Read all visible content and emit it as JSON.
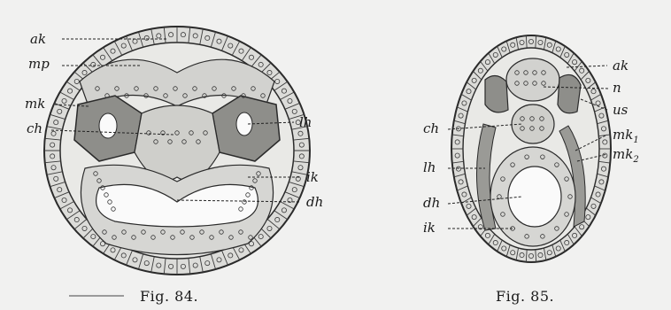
{
  "figures": [
    {
      "caption": "Fig. 84.",
      "labels": {
        "ak": "ak",
        "mp": "mp",
        "mk": "mk",
        "ch": "ch",
        "lh": "lh",
        "ik": "ik",
        "dh": "dh"
      }
    },
    {
      "caption": "Fig. 85.",
      "labels": {
        "ak": "ak",
        "n": "n",
        "us": "us",
        "mk1": "mk",
        "mk1_sub": "1",
        "mk2": "mk",
        "mk2_sub": "2",
        "ch": "ch",
        "lh": "lh",
        "dh": "dh",
        "ik": "ik"
      }
    }
  ],
  "colors": {
    "background": "#f1f1f0",
    "tissue": "#d9d9d6",
    "tissue_dark": "#8e8e8a",
    "cell_line": "#2a2a2a"
  }
}
